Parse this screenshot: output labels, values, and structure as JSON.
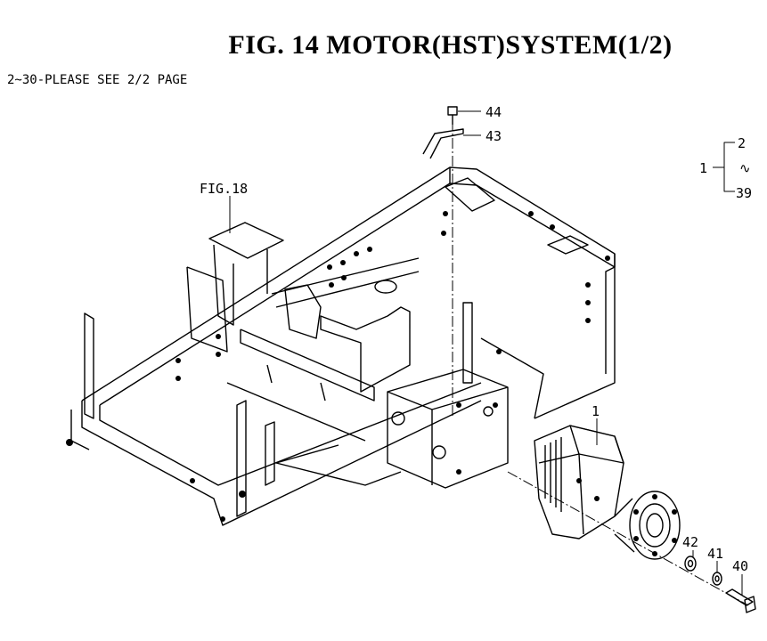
{
  "header": {
    "title": "FIG. 14  MOTOR(HST)SYSTEM(1/2)",
    "note": "2~30-PLEASE SEE 2/2 PAGE"
  },
  "drawing": {
    "reference_label": "FIG.18",
    "range_bracket": {
      "parent": "1",
      "from": "2",
      "sep": "∿",
      "to": "39"
    },
    "callouts": {
      "p44": "44",
      "p43": "43",
      "p1": "1",
      "p42": "42",
      "p41": "41",
      "p40": "40"
    }
  }
}
